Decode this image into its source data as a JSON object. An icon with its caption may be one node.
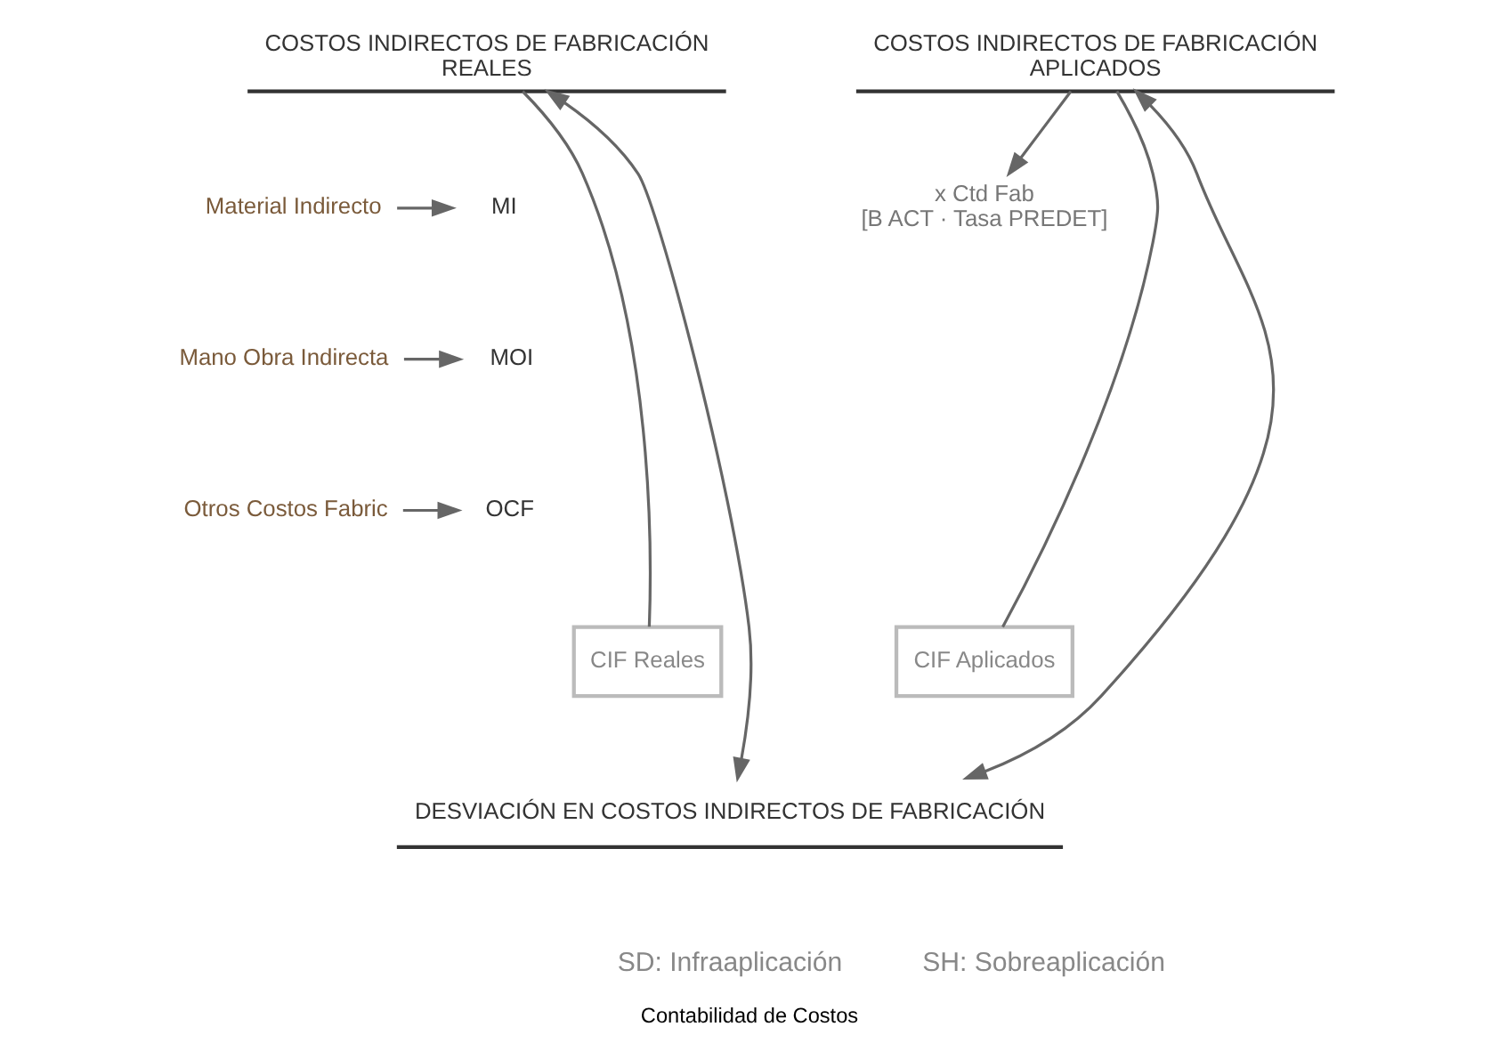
{
  "diagram": {
    "caption": "Contabilidad de Costos",
    "nodes": [
      {
        "text": [
          "COSTOS INDIRECTOS DE FABRICACIÓN",
          "REALES"
        ]
      },
      {
        "text": [
          "COSTOS INDIRECTOS DE FABRICACIÓN",
          "APLICADOS"
        ]
      },
      {
        "text": [
          "Material Indirecto"
        ]
      },
      {
        "text": [
          "Mano Obra Indirecta"
        ]
      },
      {
        "text": [
          "Otros Costos Fabric"
        ]
      },
      {
        "text": [
          "MI"
        ]
      },
      {
        "text": [
          "MOI"
        ]
      },
      {
        "text": [
          "OCF"
        ]
      },
      {
        "text": [
          "CIF Reales"
        ]
      },
      {
        "text": [
          "x Ctd Fab",
          "[B ACT · Tasa PREDET]"
        ]
      },
      {
        "text": [
          "CIF Aplicados"
        ]
      },
      {
        "text": [
          "DESVIACIÓN EN COSTOS INDIRECTOS DE FABRICACIÓN"
        ]
      }
    ],
    "edges": [
      {
        "from": 2,
        "to": 5,
        "arrow": "to"
      },
      {
        "from": 3,
        "to": 6,
        "arrow": "to"
      },
      {
        "from": 4,
        "to": 7,
        "arrow": "to"
      },
      {
        "from": 0,
        "to": 8,
        "arrow": "none"
      },
      {
        "from": 1,
        "to": 10,
        "arrow": "none"
      },
      {
        "from": 1,
        "to": 9,
        "arrow": "to"
      },
      {
        "from": 11,
        "to": 0,
        "arrow": "both"
      },
      {
        "from": 11,
        "to": 1,
        "arrow": "both"
      }
    ],
    "labels": [
      "SD: Infraaplicación",
      "SH: Sobreaplicación"
    ]
  }
}
